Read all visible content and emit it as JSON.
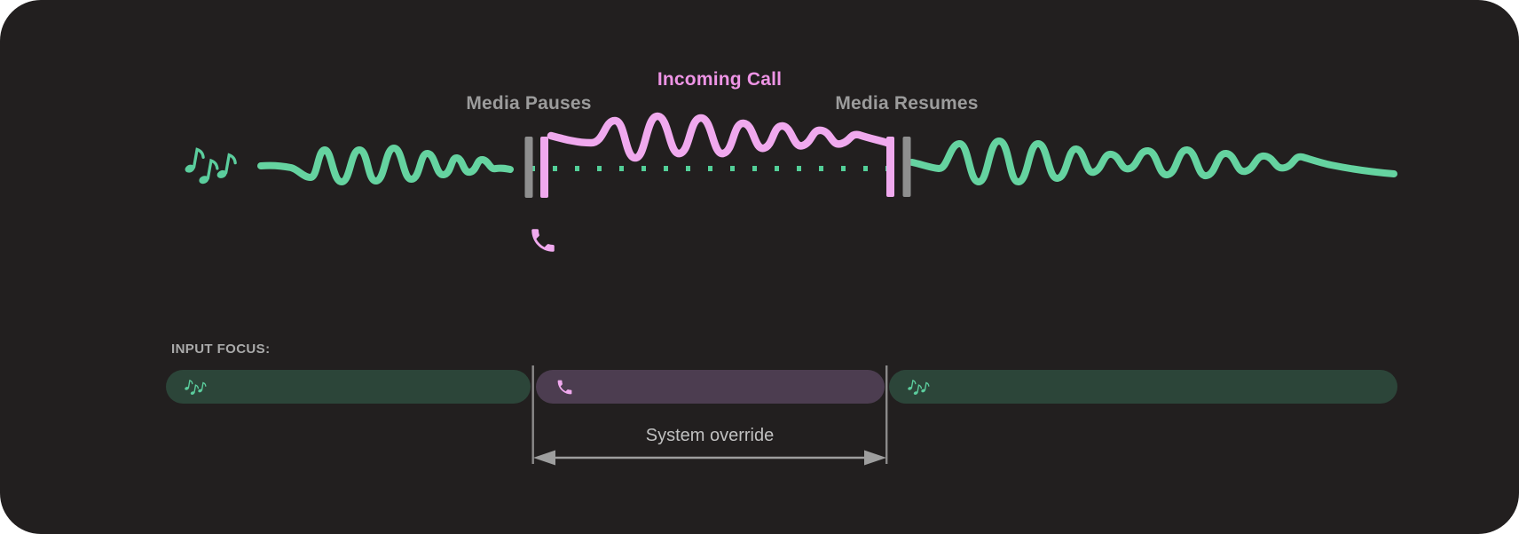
{
  "diagram_title": "media-audio-focus-interruption-diagram",
  "timeline": {
    "media_pauses_label": "Media Pauses",
    "incoming_call_label": "Incoming Call",
    "media_resumes_label": "Media Resumes",
    "media_icon": "music-notes-icon",
    "call_icon": "phone-icon",
    "paused_media_style": "dotted-line",
    "pause_markers": [
      "gray-bar",
      "pink-bar"
    ],
    "resume_markers": [
      "pink-bar",
      "gray-bar"
    ]
  },
  "focus_track": {
    "heading": "INPUT FOCUS:",
    "segments": [
      {
        "type": "media",
        "icon": "music-notes-icon"
      },
      {
        "type": "call",
        "icon": "phone-icon"
      },
      {
        "type": "media",
        "icon": "music-notes-icon"
      }
    ],
    "override_label": "System override"
  },
  "colors": {
    "page_bg": "#ffffff",
    "canvas_bg": "#221f1f",
    "media_green": "#65d3a0",
    "media_green_dim": "#53cf98",
    "note_green": "#5bcd9d",
    "call_pink": "#f0a9ee",
    "call_pink_text": "#ee94e5",
    "media_pill_bg": "#2c4539",
    "call_pill_bg": "#4c3d50",
    "marker_gray": "#8f8f8f",
    "rule_gray": "#9e9e9e",
    "timeline_label_gray": "#9c9c9c",
    "focus_heading_gray": "#aaaaaa",
    "override_label_gray": "#c0c0c0"
  }
}
